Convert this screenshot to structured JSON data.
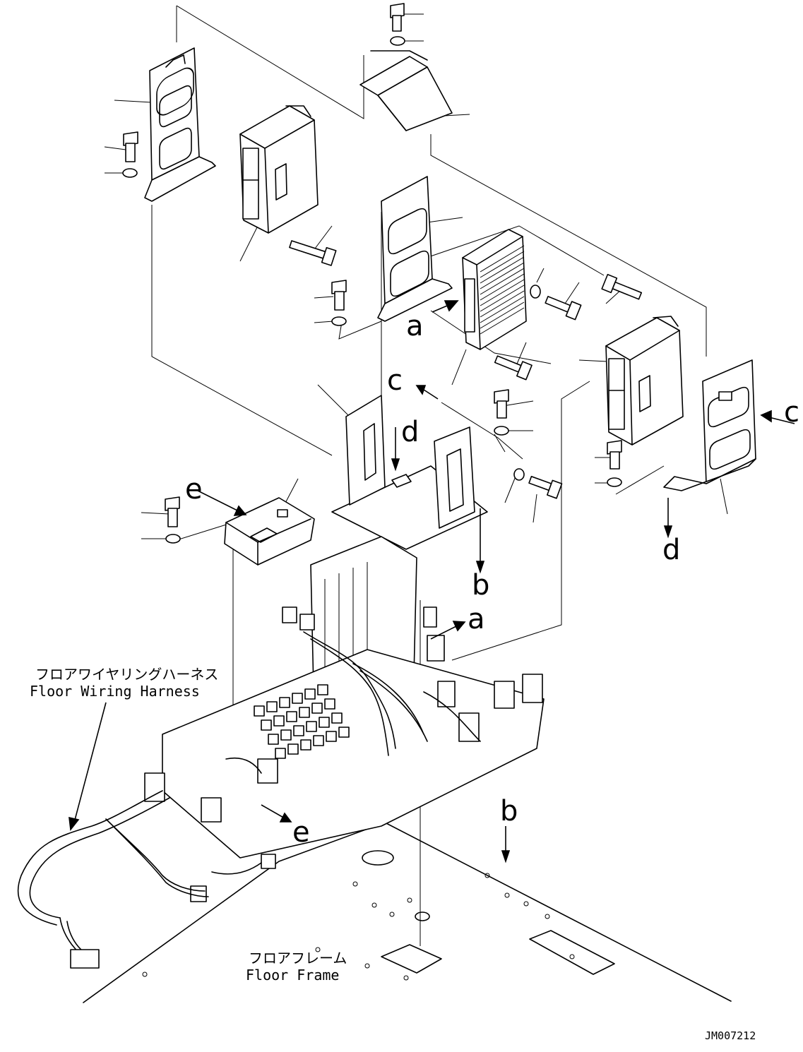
{
  "labels": {
    "a_top": "a",
    "a_mid": "a",
    "b_mid": "b",
    "b_low": "b",
    "c_mid": "c",
    "c_right": "c",
    "d_mid": "d",
    "d_right": "d",
    "e_top": "e",
    "e_low": "e"
  },
  "captions": {
    "harness_jp": "フロアワイヤリングハーネス",
    "harness_en": "Floor Wiring Harness",
    "frame_jp": "フロアフレーム",
    "frame_en": "Floor Frame"
  },
  "drawing_code": "JM007212"
}
